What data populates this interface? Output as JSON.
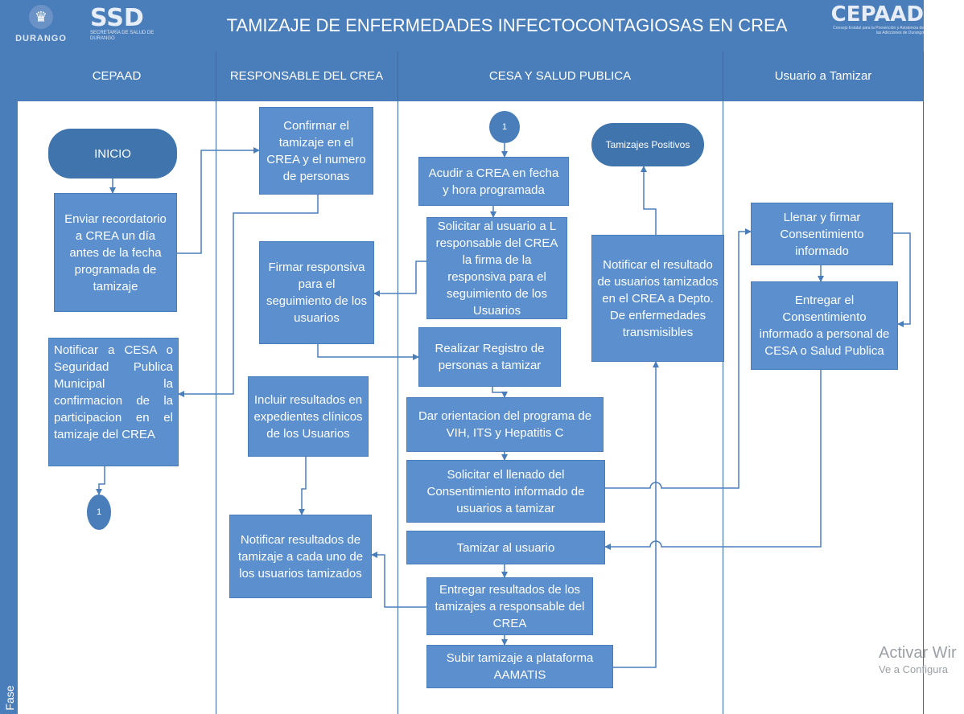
{
  "header": {
    "title": "TAMIZAJE DE ENFERMEDADES INFECTOCONTAGIOSAS EN CREA",
    "logo_left_text": "DURANGO",
    "logo_ssd": "SSD",
    "logo_ssd_sub": "Secretaría de Salud de Durango",
    "logo_cepaad": "CEPAAD",
    "logo_cepaad_sub": "Consejo Estatal para la Prevención y Asistencia de las Adicciones de Durango"
  },
  "lanes": [
    "CEPAAD",
    "RESPONSABLE DEL CREA",
    "CESA Y SALUD PUBLICA",
    "Usuario a Tamizar"
  ],
  "side_label": "Fase",
  "nodes": {
    "inicio": "INICIO",
    "enviar": "Enviar recordatorio a CREA  un día antes de la fecha programada de tamizaje",
    "notificar_cesa": "Notificar a CESA o Seguridad Publica Municipal la confirmacion de la participacion en el tamizaje del CREA",
    "connector_a": "1",
    "confirmar": "Confirmar el tamizaje en el CREA y el numero de personas",
    "firmar": "Firmar responsiva para el seguimiento de los usuarios",
    "incluir": "Incluir resultados en expedientes clínicos de los Usuarios",
    "notificar_res": "Notificar resultados de tamizaje a cada uno de los usuarios tamizados",
    "connector_b": "1",
    "acudir": "Acudir a CREA en fecha y hora programada",
    "solicitar_firma": "Solicitar al usuario a L responsable del  CREA la firma de la responsiva para el seguimiento de los Usuarios",
    "realizar": "Realizar Registro de personas a tamizar",
    "orientacion": "Dar orientacion del programa de VIH, ITS y Hepatitis C",
    "solicitar_llenado": "Solicitar el llenado del Consentimiento informado de usuarios a tamizar",
    "tamizar": "Tamizar al usuario",
    "entregar_res": "Entregar resultados de los tamizajes  a responsable del CREA",
    "subir": "Subir tamizaje a plataforma AAMATIS",
    "positivos": "Tamizajes Positivos",
    "notificar_depto": "Notificar el resultado de usuarios tamizados en el CREA a Depto. De enfermedades transmisibles",
    "llenar": "Llenar y firmar Consentimiento informado",
    "entregar_cons": "Entregar el Consentimiento informado a personal de CESA o Salud Publica"
  },
  "watermark": {
    "line1": "Activar Wir",
    "line2": "Ve a Configura"
  },
  "colors": {
    "header": "#4a7ebb",
    "box": "#5b8fce",
    "pill": "#3f74ad",
    "line": "#4a7ebb"
  }
}
